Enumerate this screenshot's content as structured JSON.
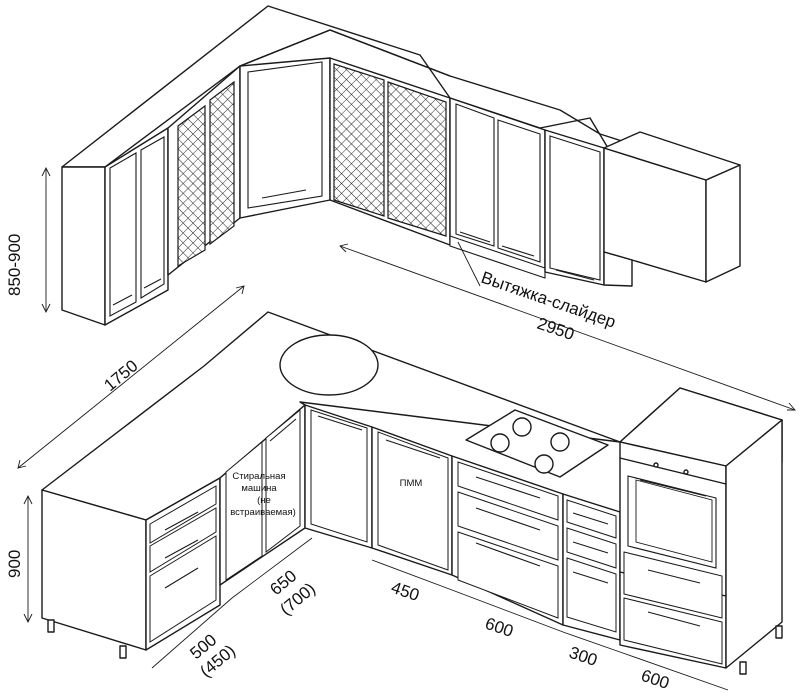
{
  "labels": {
    "hood": "Вытяжка-слайдер",
    "dishwasher": "ПММ",
    "washer_line1": "Стиральная",
    "washer_line2": "машина",
    "washer_line3": "(не",
    "washer_line4": "встраиваемая)"
  },
  "dimensions": {
    "upper_height": "850-900",
    "upper_right_length": "2950",
    "left_length": "1750",
    "base_height": "900",
    "left_depth": "500",
    "left_depth_alt": "(450)",
    "corner_width": "650",
    "corner_width_alt": "(700)",
    "sink_section": "450",
    "cooktop_section": "600",
    "narrow_section": "300",
    "oven_section": "600"
  }
}
